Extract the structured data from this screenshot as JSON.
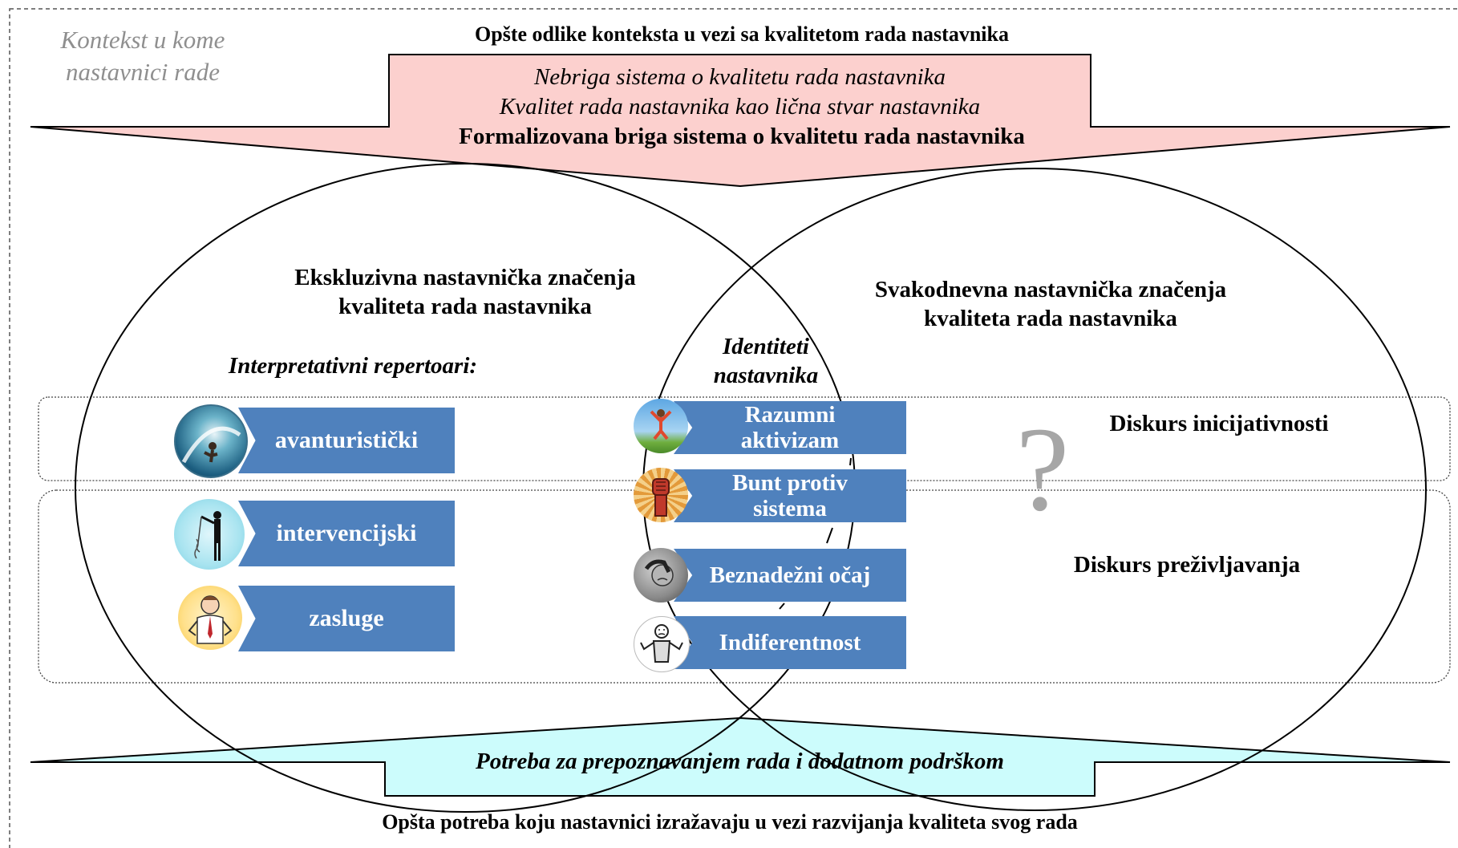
{
  "context_label": [
    "Kontekst u kome",
    "nastavnici rade"
  ],
  "top": {
    "heading": "Opšte odlike konteksta u vezi sa kvalitetom rada nastavnika",
    "line1": "Nebriga sistema o kvalitetu rada nastavnika",
    "line2": "Kvalitet rada nastavnika kao lična stvar nastavnika",
    "line3": "Formalizovana briga sistema o kvalitetu rada nastavnika",
    "fill": "#fcd0ce"
  },
  "left_ellipse": {
    "title": [
      "Ekskluzivna nastavnička značenja",
      "kvaliteta rada nastavnika"
    ],
    "repertoires_label": "Interpretativni repertoari:",
    "repertoires": [
      {
        "label": "avanturistički",
        "icon": "surfer-icon"
      },
      {
        "label": "intervencijski",
        "icon": "fishing-man-icon"
      },
      {
        "label": "zasluge",
        "icon": "businessman-icon"
      }
    ]
  },
  "identities": {
    "label": [
      "Identiteti",
      "nastavnika"
    ],
    "items": [
      {
        "label": [
          "Razumni",
          "aktivizam"
        ],
        "icon": "jumping-person-icon"
      },
      {
        "label": [
          "Bunt protiv",
          "sistema"
        ],
        "icon": "raised-fist-icon"
      },
      {
        "label": [
          "Beznadežni očaj"
        ],
        "icon": "despair-person-icon"
      },
      {
        "label": [
          "Indiferentnost"
        ],
        "icon": "shrugging-man-icon"
      }
    ]
  },
  "right_ellipse": {
    "title": [
      "Svakodnevna nastavnička značenja",
      "kvaliteta rada nastavnika"
    ],
    "question_mark": "?"
  },
  "discourses": {
    "initiative": "Diskurs inicijativnosti",
    "survival": "Diskurs preživljavanja"
  },
  "bottom": {
    "need": "Potreba za prepoznavanjem rada i dodatnom podrškom",
    "caption": "Opšta potreba koju nastavnici izražavaju u vezi razvijanja kvaliteta svog rada",
    "fill": "#ccfcfc"
  },
  "colors": {
    "box": "#4f81bd",
    "box_text": "#ffffff",
    "context_text": "#8f8f8f"
  }
}
